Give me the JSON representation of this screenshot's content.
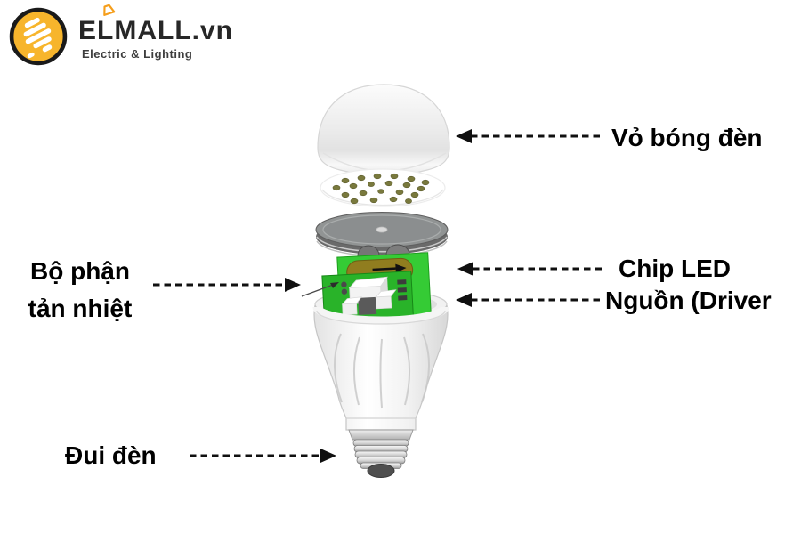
{
  "brand": {
    "wordmark": "ELMALL.vn",
    "tagline": "Electric & Lighting",
    "colors": {
      "logo_yellow": "#F7B52C",
      "logo_accent_orange": "#F59E1B",
      "wordmark_dark": "#272727",
      "tagline_gray": "#3D3D3D"
    },
    "icons": {
      "logo": "elmall-burst-icon",
      "wordmark_accent": "lamp-shade-icon"
    }
  },
  "diagram": {
    "labels": {
      "bulb_cover": "Vỏ bóng đèn",
      "chip_led": "Chip LED",
      "driver": "Nguồn (Driver",
      "heat_sink_line1": "Bộ phận",
      "heat_sink_line2": "tản nhiệt",
      "lamp_base": "Đui đèn"
    },
    "colors": {
      "arrow_black": "#101010",
      "pcb_green": "#2FBE2F",
      "capacitor_olive": "#8F7D22",
      "metal_gray": "#8E9091"
    }
  }
}
